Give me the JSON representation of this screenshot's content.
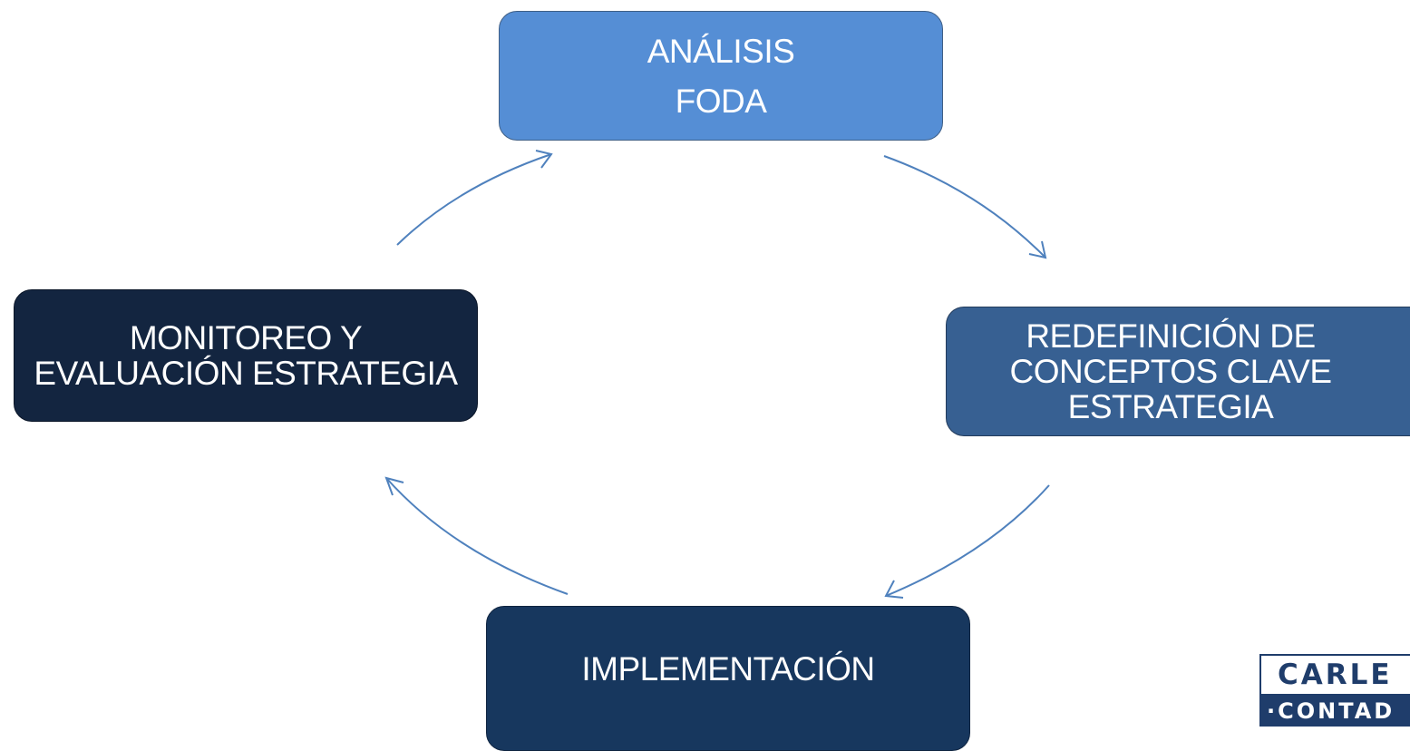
{
  "nodes": {
    "analisis": {
      "line1": "ANÁLISIS",
      "line2": "FODA",
      "color": "#558ed5"
    },
    "redefinicion": {
      "line1": "REDEFINICIÓN DE",
      "line2": "CONCEPTOS CLAVE",
      "line3": "ESTRATEGIA",
      "color": "#376092"
    },
    "implementacion": {
      "line1": "IMPLEMENTACIÓN",
      "color": "#17375e"
    },
    "monitoreo": {
      "line1": "MONITOREO Y",
      "line2": "EVALUACIÓN ESTRATEGIA",
      "color": "#132540"
    }
  },
  "arrow_color": "#4f81bd",
  "logo": {
    "top": "CARLE",
    "bottom": "·CONTAD"
  }
}
